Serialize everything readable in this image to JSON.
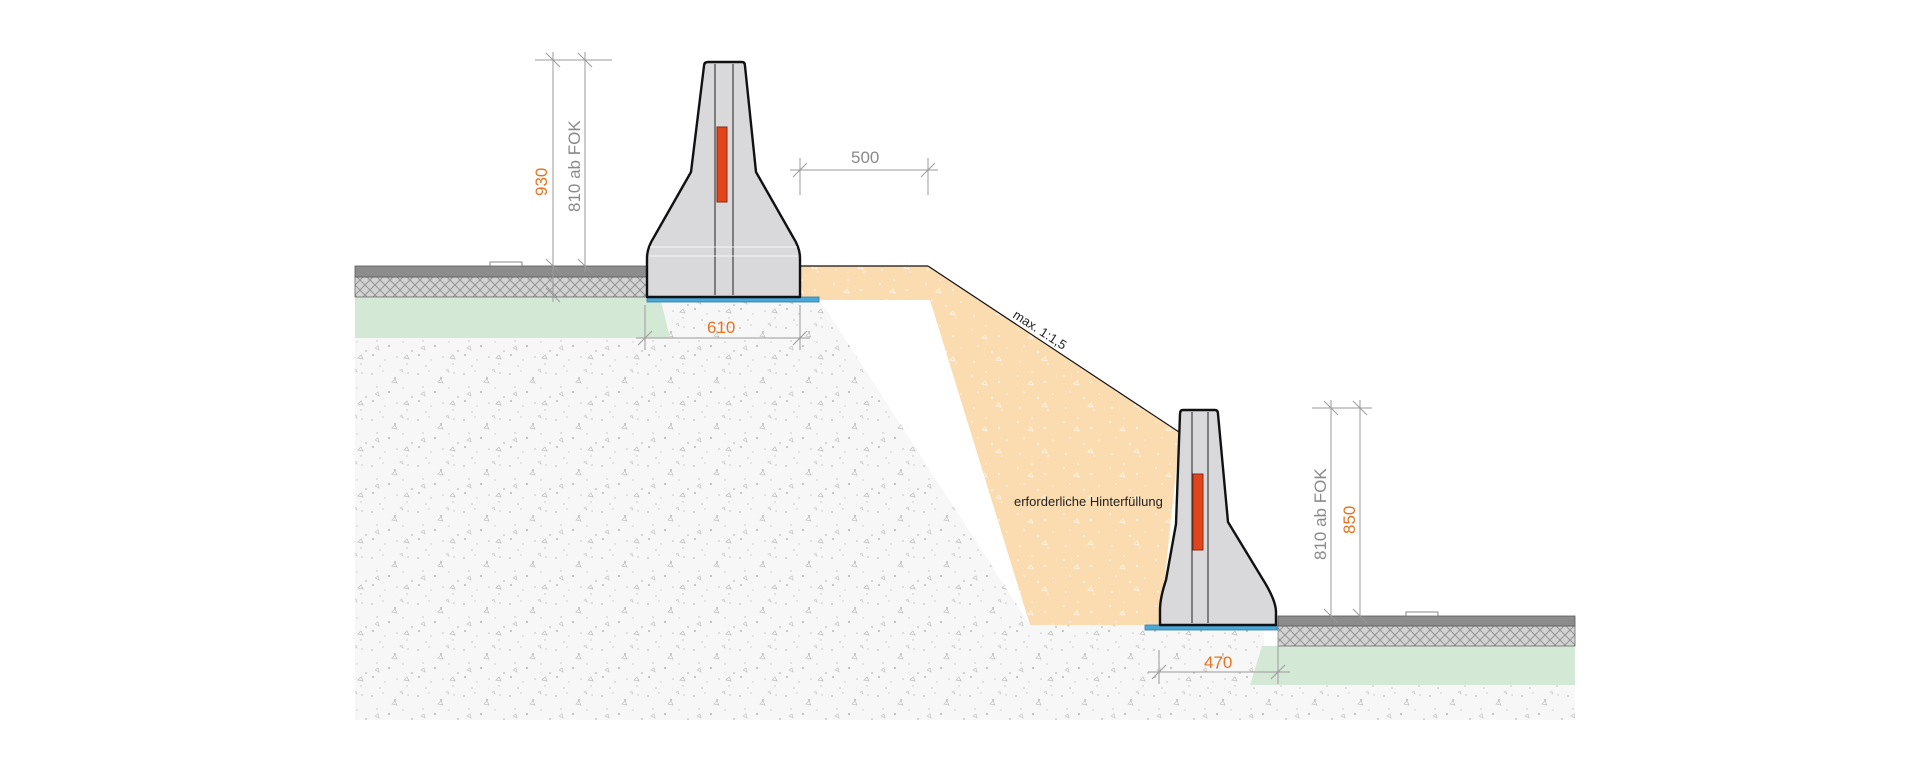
{
  "colors": {
    "soil_bg": "#f6f6f6",
    "backfill": "#fbdcb0",
    "gravel_bed": "#d4e8d6",
    "asphalt": "#8c8c8c",
    "concrete": "#d9d9db",
    "reflector": "#e2451c",
    "base_plate": "#4aa8d9",
    "dim_gray": "#8a8a8a",
    "dim_orange": "#e8731e"
  },
  "dimensions": {
    "upper_total_height": "930",
    "upper_height_from_road": "810 ab FOK",
    "upper_base_width": "610",
    "offset_to_slope": "500",
    "lower_total_height": "850",
    "lower_height_from_road": "810 ab FOK",
    "lower_base_width": "470"
  },
  "annotations": {
    "slope": "max. 1:1,5",
    "backfill": "erforderliche Hinterfüllung"
  }
}
